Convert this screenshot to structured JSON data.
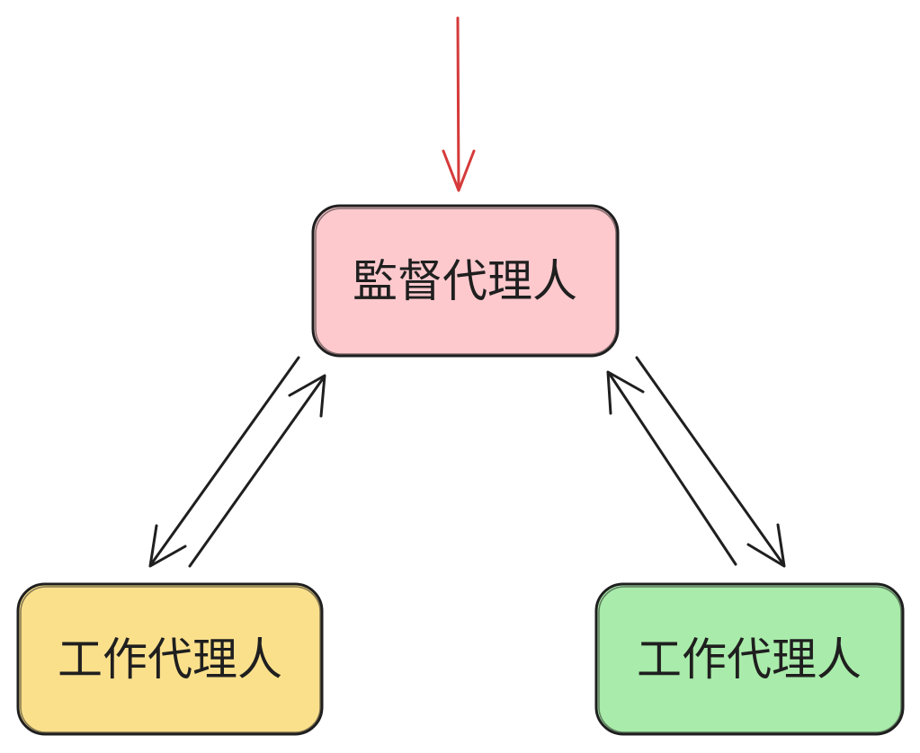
{
  "nodes": {
    "supervisor": {
      "label": "監督代理人",
      "fill": "#fdc9cd"
    },
    "worker_left": {
      "label": "工作代理人",
      "fill": "#fbe08c"
    },
    "worker_right": {
      "label": "工作代理人",
      "fill": "#a9ebaa"
    }
  },
  "colors": {
    "stroke": "#1f1f1f",
    "input_arrow": "#d63a3a"
  }
}
